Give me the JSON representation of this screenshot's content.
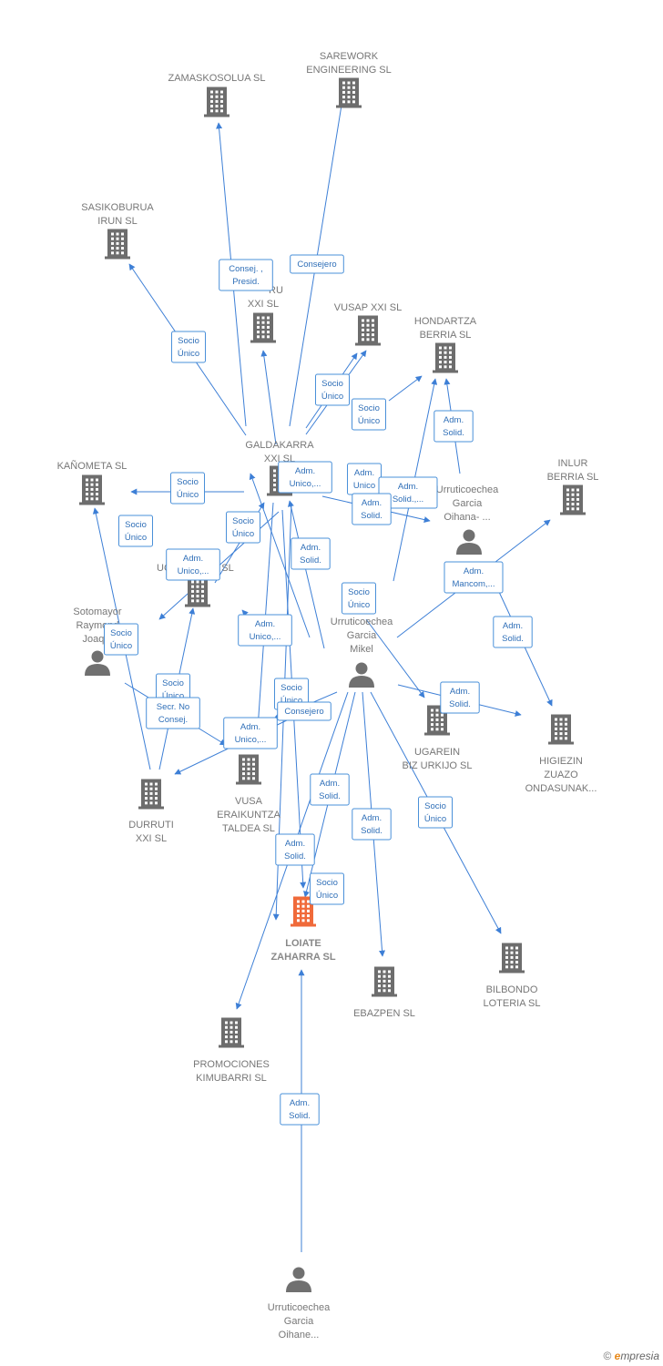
{
  "diagram": {
    "nodes": [
      {
        "id": "zamaskosolua",
        "type": "company",
        "lines": [
          "ZAMASKOSOLUA SL"
        ]
      },
      {
        "id": "sarework",
        "type": "company",
        "lines": [
          "SAREWORK",
          "ENGINEERING SL"
        ]
      },
      {
        "id": "sasikoburua",
        "type": "company",
        "lines": [
          "SASIKOBURUA",
          "IRUN  SL"
        ]
      },
      {
        "id": "ru_xxi",
        "type": "company",
        "lines": [
          "RU",
          "XXI  SL"
        ]
      },
      {
        "id": "vusap",
        "type": "company",
        "lines": [
          "VUSAP XXI  SL"
        ]
      },
      {
        "id": "hondartza",
        "type": "company",
        "lines": [
          "HONDARTZA",
          "BERRIA  SL"
        ]
      },
      {
        "id": "galdakarra",
        "type": "company",
        "lines": [
          "GALDAKARRA",
          "XXI  SL"
        ]
      },
      {
        "id": "kanometa",
        "type": "company",
        "lines": [
          "KAÑOMETA  SL"
        ]
      },
      {
        "id": "inlur",
        "type": "company",
        "lines": [
          "INLUR",
          "BERRIA  SL"
        ]
      },
      {
        "id": "oihana",
        "type": "person",
        "lines": [
          "Urruticoechea",
          "Garcia",
          "Oihana- ..."
        ]
      },
      {
        "id": "uc_sl",
        "type": "company",
        "lines": [
          "UC",
          "SL"
        ]
      },
      {
        "id": "sotomayor",
        "type": "person",
        "lines": [
          "Sotomayor",
          "Raymond",
          "Joaq..."
        ]
      },
      {
        "id": "mikel",
        "type": "person",
        "lines": [
          "Urruticoechea",
          "Garcia",
          "Mikel"
        ]
      },
      {
        "id": "ugarein",
        "type": "company",
        "lines": [
          "UGAREIN",
          "BIZ URKIJO  SL"
        ]
      },
      {
        "id": "higiezin",
        "type": "company",
        "lines": [
          "HIGIEZIN",
          "ZUAZO",
          "ONDASUNAK..."
        ]
      },
      {
        "id": "durruti",
        "type": "company",
        "lines": [
          "DURRUTI",
          "XXI  SL"
        ]
      },
      {
        "id": "vusa",
        "type": "company",
        "lines": [
          "VUSA",
          "ERAIKUNTZA",
          "TALDEA   SL"
        ]
      },
      {
        "id": "loiate",
        "type": "focus",
        "lines": [
          "LOIATE",
          "ZAHARRA  SL"
        ]
      },
      {
        "id": "ebazpen",
        "type": "company",
        "lines": [
          "EBAZPEN SL"
        ]
      },
      {
        "id": "bilbondo",
        "type": "company",
        "lines": [
          "BILBONDO",
          "LOTERIA  SL"
        ]
      },
      {
        "id": "promociones",
        "type": "company",
        "lines": [
          "PROMOCIONES",
          "KIMUBARRI  SL"
        ]
      },
      {
        "id": "oihane",
        "type": "person",
        "lines": [
          "Urruticoechea",
          "Garcia",
          "Oihane..."
        ]
      }
    ],
    "relations": [
      {
        "id": "r1",
        "lines": [
          "Consej. ,",
          "Presid."
        ]
      },
      {
        "id": "r2",
        "lines": [
          "Consejero"
        ]
      },
      {
        "id": "r3",
        "lines": [
          "Socio",
          "Único"
        ]
      },
      {
        "id": "r4",
        "lines": [
          "Socio",
          "Único"
        ]
      },
      {
        "id": "r5",
        "lines": [
          "Socio",
          "Único"
        ]
      },
      {
        "id": "r6",
        "lines": [
          "Adm.",
          "Solid."
        ]
      },
      {
        "id": "r7",
        "lines": [
          "Socio",
          "Único"
        ]
      },
      {
        "id": "r8",
        "lines": [
          "Adm.",
          "Unico,..."
        ]
      },
      {
        "id": "r9",
        "lines": [
          "Adm.",
          "Unico"
        ]
      },
      {
        "id": "r10",
        "lines": [
          "Adm.",
          "Solid.,..."
        ]
      },
      {
        "id": "r11",
        "lines": [
          "Adm.",
          "Solid."
        ]
      },
      {
        "id": "r12",
        "lines": [
          "Socio",
          "Único"
        ]
      },
      {
        "id": "r13",
        "lines": [
          "Socio",
          "Único"
        ]
      },
      {
        "id": "r14",
        "lines": [
          "Adm.",
          "Solid."
        ]
      },
      {
        "id": "r15",
        "lines": [
          "Adm.",
          "Unico,..."
        ]
      },
      {
        "id": "r16",
        "lines": [
          "Adm.",
          "Mancom,..."
        ]
      },
      {
        "id": "r17",
        "lines": [
          "Socio",
          "Único"
        ]
      },
      {
        "id": "r18",
        "lines": [
          "Socio",
          "Único"
        ]
      },
      {
        "id": "r19",
        "lines": [
          "Adm.",
          "Unico,..."
        ]
      },
      {
        "id": "r20",
        "lines": [
          "Adm.",
          "Solid."
        ]
      },
      {
        "id": "r21",
        "lines": [
          "Socio",
          "Único"
        ]
      },
      {
        "id": "r22",
        "lines": [
          "Secr.  No",
          "Consej."
        ]
      },
      {
        "id": "r23",
        "lines": [
          "Socio",
          "Único"
        ]
      },
      {
        "id": "r24",
        "lines": [
          "Consejero"
        ]
      },
      {
        "id": "r25",
        "lines": [
          "Adm.",
          "Unico,..."
        ]
      },
      {
        "id": "r26",
        "lines": [
          "Adm.",
          "Solid."
        ]
      },
      {
        "id": "r27",
        "lines": [
          "Adm.",
          "Solid."
        ]
      },
      {
        "id": "r28",
        "lines": [
          "Adm.",
          "Solid."
        ]
      },
      {
        "id": "r29",
        "lines": [
          "Socio",
          "Único"
        ]
      },
      {
        "id": "r30",
        "lines": [
          "Adm.",
          "Solid."
        ]
      },
      {
        "id": "r31",
        "lines": [
          "Socio",
          "Único"
        ]
      },
      {
        "id": "r32",
        "lines": [
          "Adm.",
          "Solid."
        ]
      }
    ]
  },
  "colors": {
    "edge": "#3d7fd6",
    "building": "#6d6d6d",
    "focus": "#f06a3a",
    "person": "#707070"
  },
  "footer": {
    "copyright": "©",
    "brand_initial": "e",
    "brand_rest": "mpresia"
  }
}
